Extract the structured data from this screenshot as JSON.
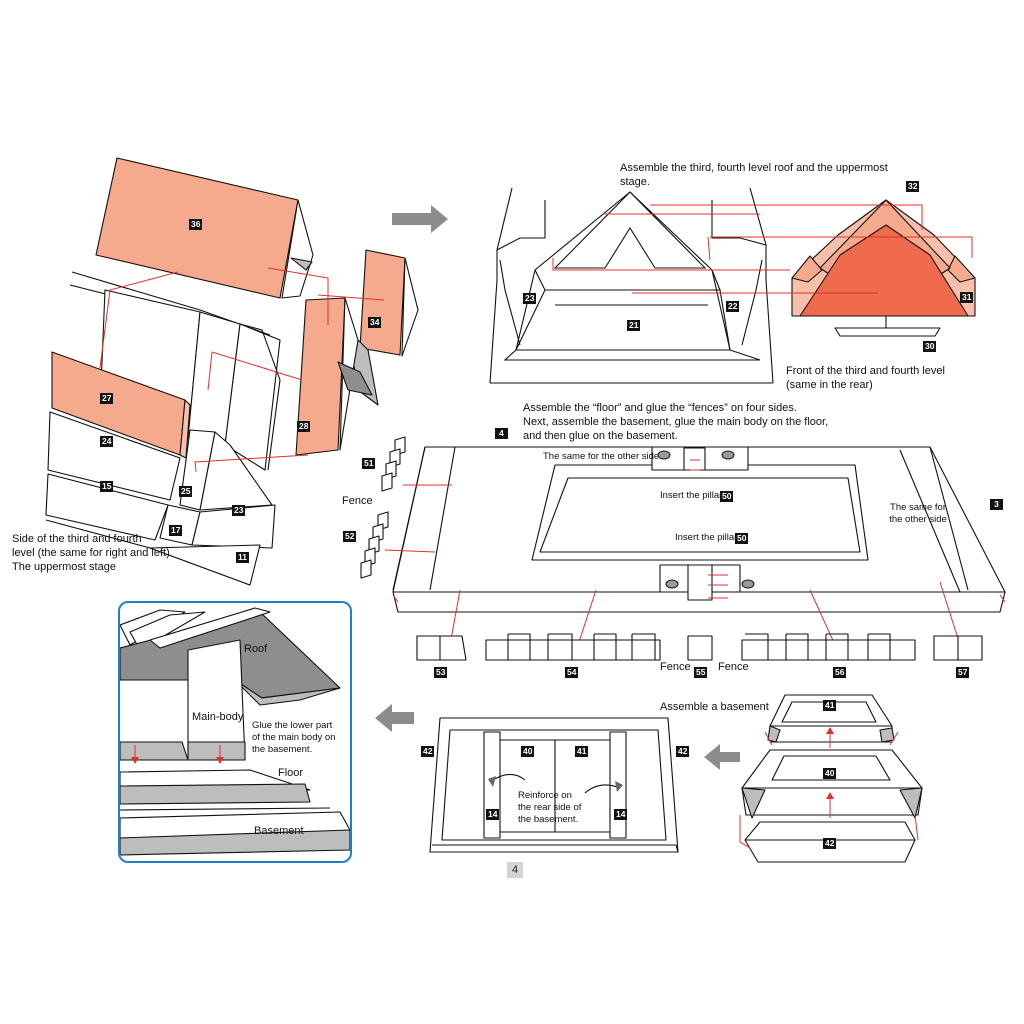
{
  "page_number": "4",
  "colors": {
    "salmon": "#f5a98d",
    "red_face": "#f06a4e",
    "guide_line": "#e0322b",
    "inset_border": "#1e7fd0",
    "step_arrow": "#8c8c8c"
  },
  "instructions": {
    "roof_stage": "Assemble the third, fourth level roof and the uppermost stage.",
    "front_level": "Front of the third and fourth level\n(same in the rear)",
    "side_level": "Side of the third and fourth\nlevel (the same for right and left)\nThe uppermost stage",
    "floor": "Assemble the “floor” and glue the “fences” on four sides.\nNext, assemble the basement, glue the main body on the floor,\nand then glue on the basement.",
    "same_other_side_top": "The same for the other side",
    "insert_pillar_top": "Insert the pillar",
    "insert_pillar_mid": "Insert the pillar",
    "same_other_side_right": "The same for\nthe other side",
    "fence_left": "Fence",
    "fence_mid_left": "Fence",
    "fence_mid_right": "Fence",
    "assemble_basement": "Assemble a basement",
    "reinforce": "Reinforce on\nthe rear side of\nthe basement.",
    "glue_lower": "Glue the lower part\nof the main body on\nthe basement."
  },
  "inset_labels": {
    "roof": "Roof",
    "main_body": "Main-body",
    "floor": "Floor",
    "basement": "Basement"
  },
  "parts": {
    "p36": "36",
    "p27": "27",
    "p24": "24",
    "p15": "15",
    "p25": "25",
    "p17": "17",
    "p23a": "23",
    "p11": "11",
    "p28": "28",
    "p34": "34",
    "p32": "32",
    "p23b": "23",
    "p22": "22",
    "p21": "21",
    "p31": "31",
    "p30": "30",
    "p4": "4",
    "p3": "3",
    "p51": "51",
    "p52": "52",
    "p50a": "50",
    "p50b": "50",
    "p53": "53",
    "p54": "54",
    "p55": "55",
    "p56": "56",
    "p57": "57",
    "p42a": "42",
    "p42b": "42",
    "p40a": "40",
    "p41a": "41",
    "p14a": "14",
    "p14b": "14",
    "p41b": "41",
    "p40b": "40",
    "p42c": "42"
  }
}
